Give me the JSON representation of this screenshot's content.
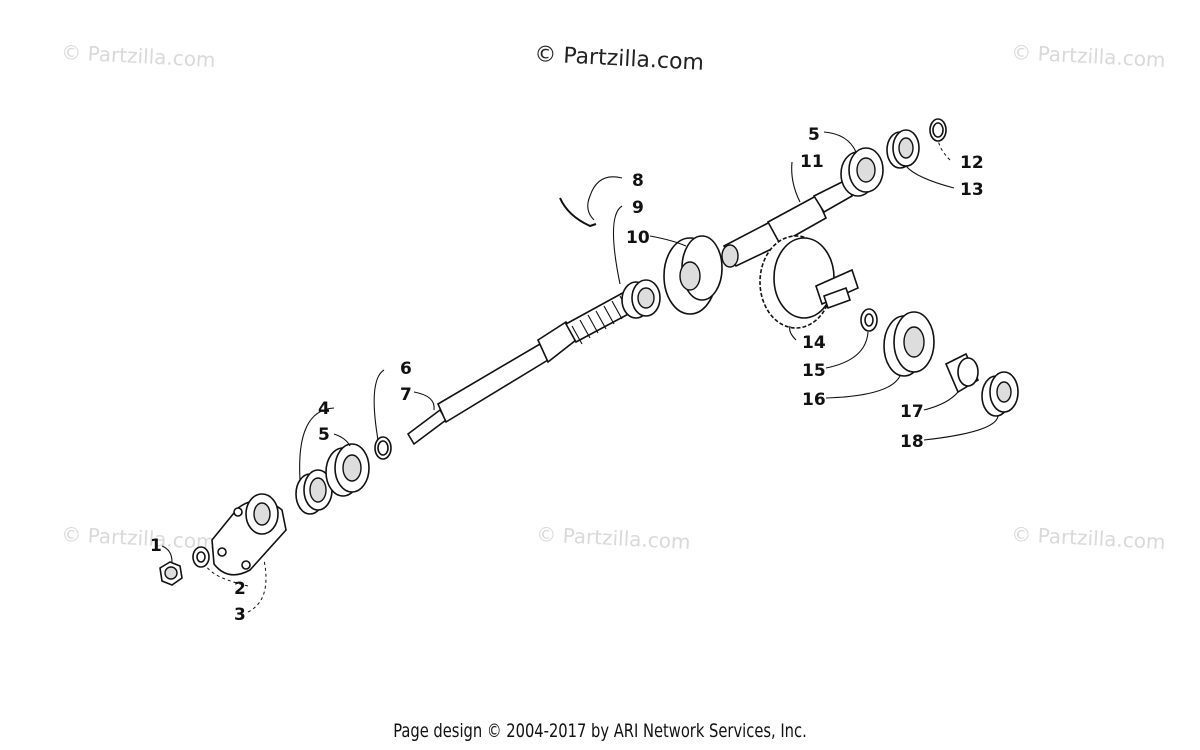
{
  "watermark_top": "© Partzilla.com",
  "watermarks": [
    "© Partzilla.com",
    "© Partzilla.com",
    "© Partzilla.com",
    "© Partzilla.com",
    "© Partzilla.com"
  ],
  "footer": "Page design © 2004-2017 by ARI Network Services, Inc.",
  "callouts": [
    "1",
    "2",
    "3",
    "4",
    "5",
    "6",
    "7",
    "8",
    "9",
    "10",
    "5",
    "11",
    "12",
    "13",
    "14",
    "15",
    "16",
    "17",
    "18"
  ]
}
